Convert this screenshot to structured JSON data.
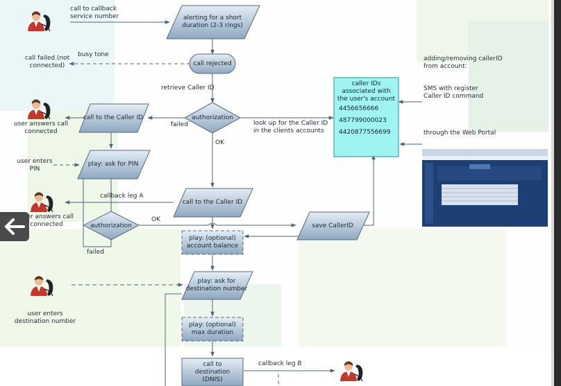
{
  "colors": {
    "shape_fill_top": "#dbe6f0",
    "shape_fill_bottom": "#8fa8c0",
    "shape_stroke": "#56697c",
    "caller_box_fill": "#9ff3f0",
    "caller_box_stroke": "#2f8f8c",
    "arrow": "#4e6478",
    "back_button": "#4a4a4a"
  },
  "icons": {
    "person": "person-with-phone-icon",
    "back": "left-arrow-icon",
    "portal": "web-portal-screenshot-thumbnail"
  },
  "nodes": {
    "alerting": "alerting for a short duration (2-3 rings)",
    "call_rejected": "call rejected",
    "authorization_top": "authorization",
    "call_caller_id_left": "call to the Caller ID",
    "play_ask_pin": "play: ask for PIN",
    "call_caller_id_mid": "call to the Caller ID",
    "authorization_mid": "authorization",
    "save_caller_id": "save CallerID",
    "play_account_balance": "play: (optional) account balance",
    "play_ask_destination": "play: ask for destination number",
    "play_max_duration": "play: (optional) max duration",
    "call_destination": "call to destination (DNIS)"
  },
  "caller_box": {
    "title": "caller IDs associated with the user's account",
    "ids": [
      "4456656666",
      "487799000023",
      "4420877556699"
    ]
  },
  "labels": {
    "call_to_callback": "call to callback service number",
    "call_failed": "call failed (not connected)",
    "busy_tone": "busy tone",
    "retrieve_caller_id": "retrieve Caller ID",
    "failed_top": "failed",
    "ok_top": "OK",
    "lookup": "look up for the Caller ID in the clients accounts",
    "user_answers_1": "user answers call connected",
    "user_enters_pin": "user enters PIN",
    "callback_leg_a": "callback leg A",
    "user_answers_2": "user answers call connected",
    "ok_mid": "OK",
    "failed_mid": "failed",
    "user_enters_dest": "user enters destination number",
    "callback_leg_b": "callback leg B",
    "adding_removing": "adding/removing callerID from account:",
    "sms_register": "SMS with register Caller ID command",
    "through_portal": "through the Web Portal"
  }
}
